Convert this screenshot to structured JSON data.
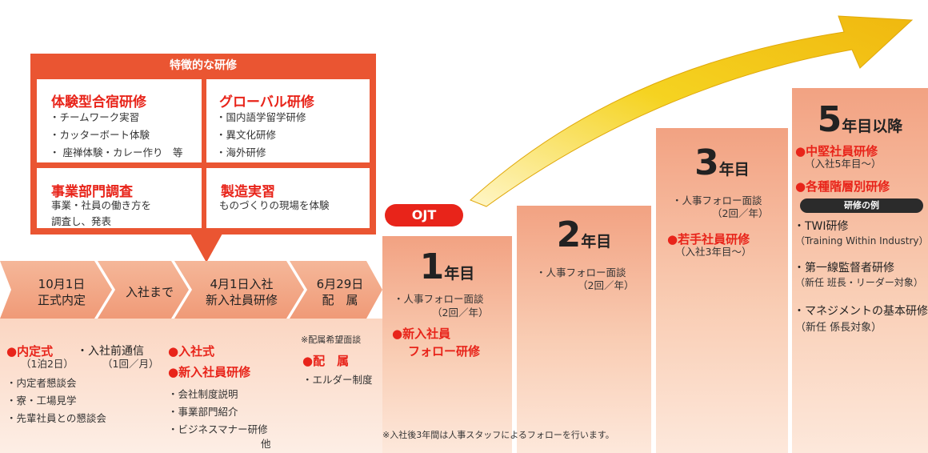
{
  "feature_box": {
    "title": "特徴的な研修",
    "cells": [
      {
        "heading": "体験型合宿研修",
        "items": [
          "・チームワーク実習",
          "・カッターボート体験",
          "・ 座禅体験・カレー作り　等"
        ]
      },
      {
        "heading": "グローバル研修",
        "items": [
          "・国内語学留学研修",
          "・異文化研修",
          "・海外研修"
        ]
      },
      {
        "heading": "事業部門調査",
        "items": [
          "事業・社員の働き方を",
          "調査し、発表"
        ]
      },
      {
        "heading": "製造実習",
        "items": [
          "ものづくりの現場を体験"
        ]
      }
    ]
  },
  "timeline": {
    "steps": [
      {
        "line1": "10月1日",
        "line2": "正式内定"
      },
      {
        "line1": "入社まで",
        "line2": ""
      },
      {
        "line1": "4月1日入社",
        "line2": "新入社員研修"
      },
      {
        "line1": "6月29日",
        "line2": "配　属"
      }
    ],
    "col1": {
      "h1": "●内定式",
      "h1_sub": "（1泊2日）",
      "h2": "・入社前通信",
      "h2_sub": "（1回／月）",
      "items": [
        "・内定者懇談会",
        "・寮・工場見学",
        "・先輩社員との懇談会"
      ]
    },
    "col2": {
      "h1": "●入社式",
      "h2": "●新入社員研修",
      "items": [
        "・会社制度説明",
        "・事業部門紹介",
        "・ビジネスマナー研修"
      ],
      "etc": "他"
    },
    "col3": {
      "note": "※配属希望面談",
      "h1": "●配　属",
      "items": [
        "・エルダー制度"
      ]
    }
  },
  "ojt_label": "OJT",
  "years": [
    {
      "num": "1",
      "suffix": "年目",
      "items": [
        "・人事フォロー面談",
        "（2回／年）"
      ],
      "red": [
        "●新入社員",
        "フォロー研修"
      ]
    },
    {
      "num": "2",
      "suffix": "年目",
      "items": [
        "・人事フォロー面談",
        "（2回／年）"
      ],
      "red": []
    },
    {
      "num": "3",
      "suffix": "年目",
      "items": [
        "・人事フォロー面談",
        "（2回／年）"
      ],
      "red": [
        "●若手社員研修"
      ],
      "red_sub": "（入社3年目～）"
    },
    {
      "num": "5",
      "suffix": "年目以降",
      "red1": "●中堅社員研修",
      "red1_sub": "（入社5年目～）",
      "red2": "●各種階層別研修",
      "badge": "研修の例",
      "list": [
        {
          "main": "・TWI研修",
          "sub": "（Training Within Industry）"
        },
        {
          "main": "・第一線監督者研修",
          "sub": "（新任 班長・リーダー対象）"
        },
        {
          "main": "・マネジメントの基本研修",
          "sub": "（新任 係長対象）"
        }
      ]
    }
  ],
  "footnote": "※入社後3年間は人事スタッフによるフォローを行います。",
  "colors": {
    "red": "#e8241a",
    "orange_box": "#ea5532",
    "salmon": "#f2a282",
    "pale": "#fde4d6",
    "arrow": "#f2c418"
  }
}
